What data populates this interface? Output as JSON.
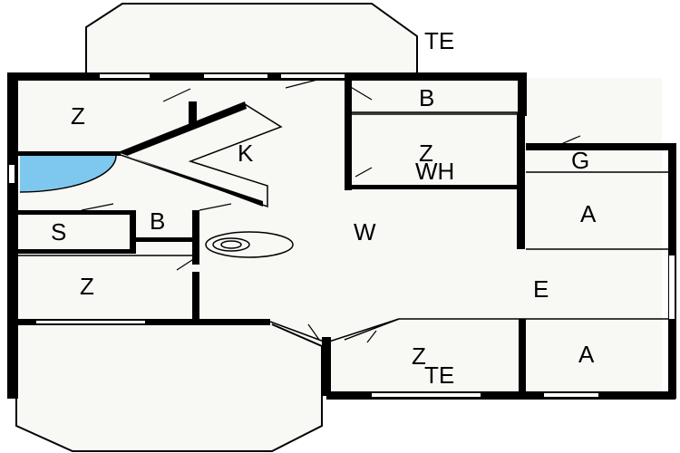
{
  "floorplan": {
    "labels": {
      "terrace_top": "TE",
      "bedroom_top_left": "Z",
      "bathroom": "B",
      "kitchen": "K",
      "bedroom_wh": "Z",
      "water_heater": "WH",
      "g_room": "G",
      "annex_top": "A",
      "storage": "S",
      "bathroom_small": "B",
      "living": "W",
      "bedroom_bottom_left": "Z",
      "entrance": "E",
      "bedroom_bottom": "Z",
      "terrace_bottom": "TE",
      "annex_bottom": "A"
    },
    "colors": {
      "wall": "#000000",
      "floor": "#f8f8f5",
      "pool": "#7ec8ef"
    }
  }
}
